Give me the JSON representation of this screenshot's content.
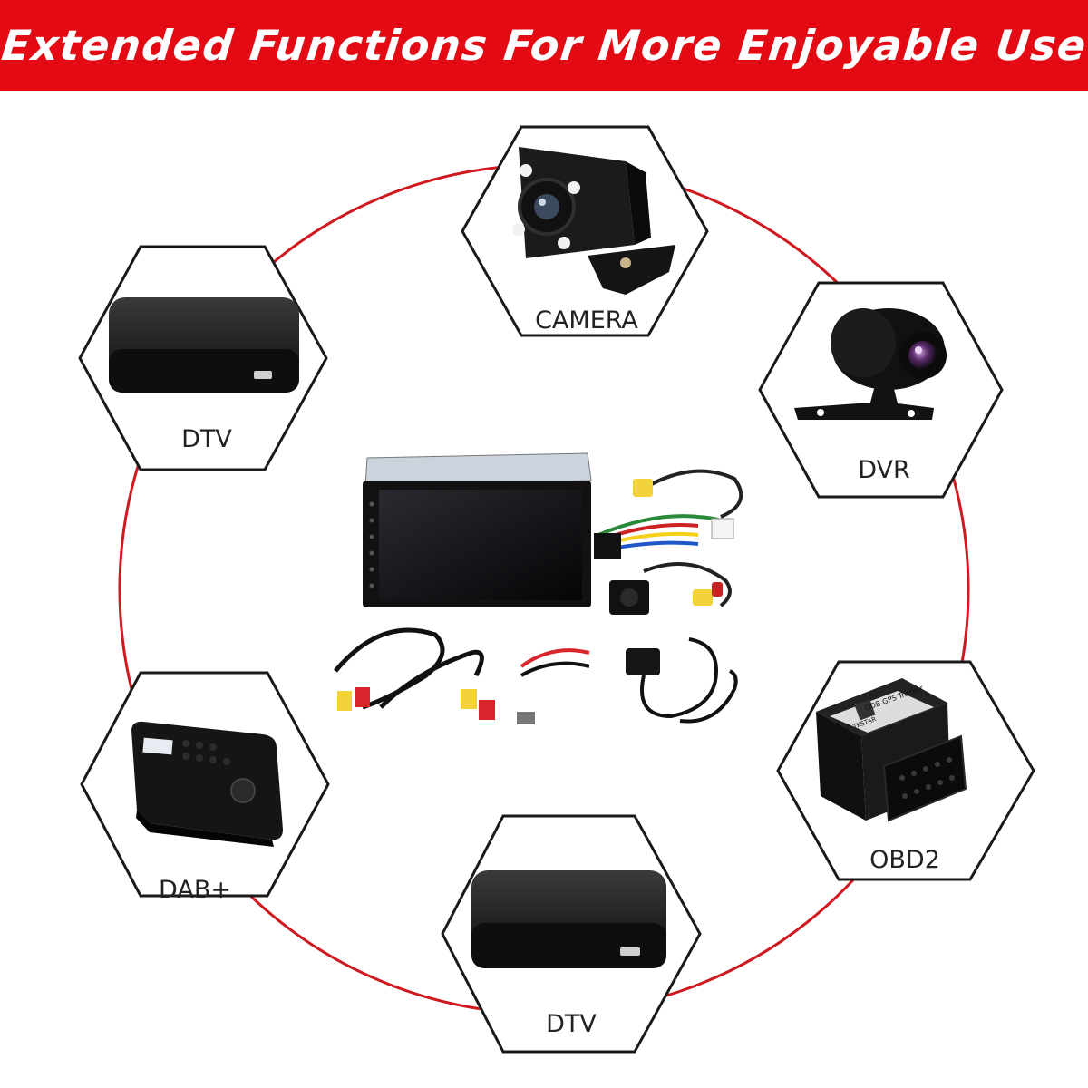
{
  "banner": {
    "title": "Extended Functions For More Enjoyable Use",
    "color": "#e30a13"
  },
  "ring_color": "#d0181f",
  "accessories": [
    {
      "id": "camera",
      "label": "CAMERA",
      "icon": "rear-view-camera-icon"
    },
    {
      "id": "dvr",
      "label": "DVR",
      "icon": "dash-camera-icon"
    },
    {
      "id": "obd2",
      "label": "OBD2",
      "icon": "obd-gps-tracker-icon"
    },
    {
      "id": "dtv-bottom",
      "label": "DTV",
      "icon": "dtv-box-icon"
    },
    {
      "id": "dab",
      "label": "DAB+",
      "icon": "dab-radio-icon"
    },
    {
      "id": "dtv-left",
      "label": "DTV",
      "icon": "dtv-box-icon"
    }
  ],
  "center_product": {
    "icon": "car-stereo-kit-icon",
    "tracker_label": "ODB GPS Tracker",
    "tracker_app": "APP: TKSTAR"
  }
}
